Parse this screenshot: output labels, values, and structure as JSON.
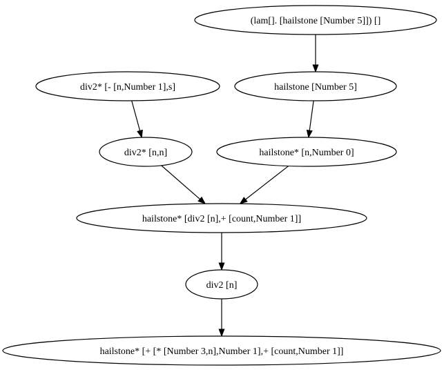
{
  "graph": {
    "nodes": [
      {
        "id": "lam",
        "label": "(lam[]. [hailstone [Number 5]]) []"
      },
      {
        "id": "div2s_minus",
        "label": "div2* [- [n,Number 1],s]"
      },
      {
        "id": "hailstone5",
        "label": "hailstone [Number 5]"
      },
      {
        "id": "div2s_nn",
        "label": "div2* [n,n]"
      },
      {
        "id": "hailstones_n0",
        "label": "hailstone* [n,Number 0]"
      },
      {
        "id": "hailstones_div2",
        "label": "hailstone* [div2 [n],+ [count,Number 1]]"
      },
      {
        "id": "div2n",
        "label": "div2 [n]"
      },
      {
        "id": "hailstones_mul",
        "label": "hailstone* [+ [* [Number 3,n],Number 1],+ [count,Number 1]]"
      }
    ],
    "edges": [
      {
        "from": "lam",
        "to": "hailstone5"
      },
      {
        "from": "div2s_minus",
        "to": "div2s_nn"
      },
      {
        "from": "hailstone5",
        "to": "hailstones_n0"
      },
      {
        "from": "div2s_nn",
        "to": "hailstones_div2"
      },
      {
        "from": "hailstones_n0",
        "to": "hailstones_div2"
      },
      {
        "from": "hailstones_div2",
        "to": "div2n"
      },
      {
        "from": "div2n",
        "to": "hailstones_mul"
      }
    ]
  }
}
